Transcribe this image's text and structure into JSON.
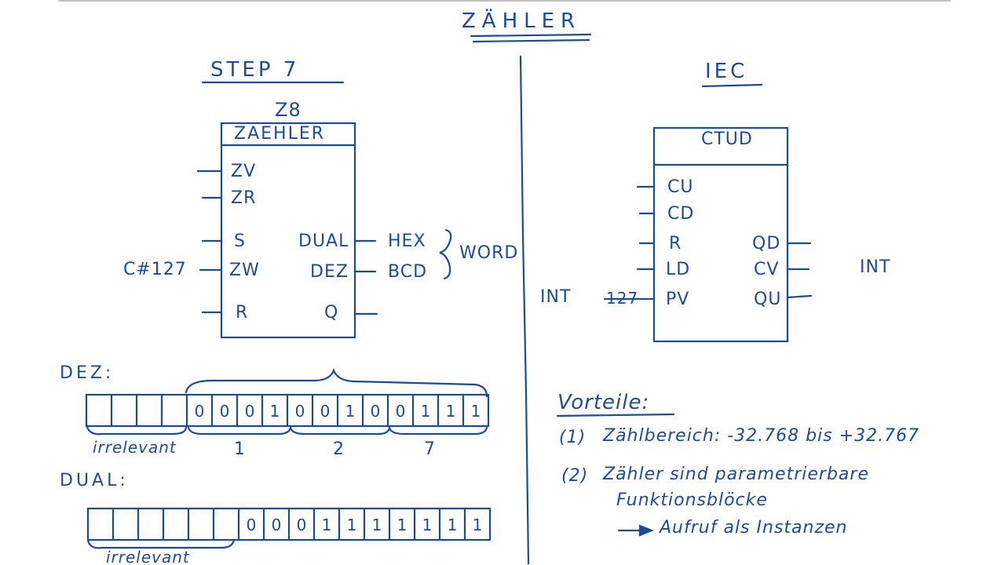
{
  "title": "ZÄHLER",
  "step7": {
    "heading": "STEP 7",
    "block_id": "Z8",
    "block_name": "ZAEHLER",
    "inputs": [
      "ZV",
      "ZR",
      "S",
      "ZW",
      "R"
    ],
    "outputs": [
      "DUAL",
      "DEZ",
      "Q"
    ],
    "zw_value": "C#127",
    "dual_out": "HEX",
    "dez_out": "BCD",
    "type_label": "WORD"
  },
  "iec": {
    "heading": "IEC",
    "block_name": "CTUD",
    "inputs": [
      "CU",
      "CD",
      "R",
      "LD",
      "PV"
    ],
    "outputs": [
      "QD",
      "CV",
      "QU"
    ],
    "pv_type": "INT",
    "pv_value": "127",
    "cv_type": "INT"
  },
  "dez": {
    "label": "DEZ:",
    "bits": [
      "",
      "",
      "",
      "",
      "0",
      "0",
      "0",
      "1",
      "0",
      "0",
      "1",
      "0",
      "0",
      "1",
      "1",
      "1"
    ],
    "groups": [
      "irrelevant",
      "1",
      "2",
      "7"
    ]
  },
  "dual": {
    "label": "DUAL:",
    "bits": [
      "",
      "",
      "",
      "",
      "",
      "",
      "0",
      "0",
      "0",
      "1",
      "1",
      "1",
      "1",
      "1",
      "1",
      "1"
    ],
    "group": "irrelevant"
  },
  "advantages": {
    "heading": "Vorteile:",
    "item1_num": "(1)",
    "item1": "Zählbereich: -32.768 bis +32.767",
    "item2_num": "(2)",
    "item2_line1": "Zähler sind parametrierbare",
    "item2_line2": "Funktionsblöcke",
    "item2_line3": "Aufruf als Instanzen"
  }
}
